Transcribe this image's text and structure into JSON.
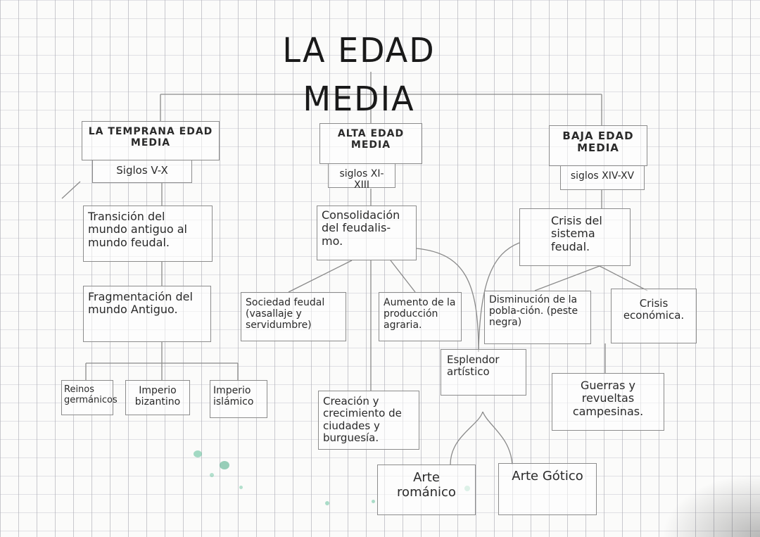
{
  "title": "LA EDAD MEDIA",
  "periods": {
    "temprana": {
      "name": "LA TEMPRANA EDAD MEDIA",
      "siglos": "Siglos V-X"
    },
    "alta": {
      "name": "ALTA EDAD MEDIA",
      "siglos": "siglos XI-XIII"
    },
    "baja": {
      "name": "BAJA EDAD MEDIA",
      "siglos": "siglos XIV-XV"
    }
  },
  "temprana": {
    "transicion": "Transición del mundo antiguo al mundo feudal.",
    "fragmentacion": "Fragmentación del mundo Antiguo.",
    "reinos": "Reinos germánicos",
    "bizantino": "Imperio bizantino",
    "islamico": "Imperio islámico"
  },
  "alta": {
    "consolidacion": "Consolidación del feudalis-mo.",
    "sociedad": "Sociedad feudal (vasallaje y servidumbre)",
    "aumento": "Aumento de la producción agraria.",
    "creacion": "Creación y crecimiento de ciudades y burguesía."
  },
  "baja": {
    "crisis_sistema": "Crisis del sistema feudal.",
    "disminucion": "Disminución de la pobla-ción. (peste negra)",
    "crisis_economica": "Crisis económica.",
    "guerras": "Guerras y revueltas campesinas."
  },
  "arte": {
    "esplendor": "Esplendor artístico",
    "romanico": "Arte románico",
    "gotico": "Arte Gótico"
  }
}
